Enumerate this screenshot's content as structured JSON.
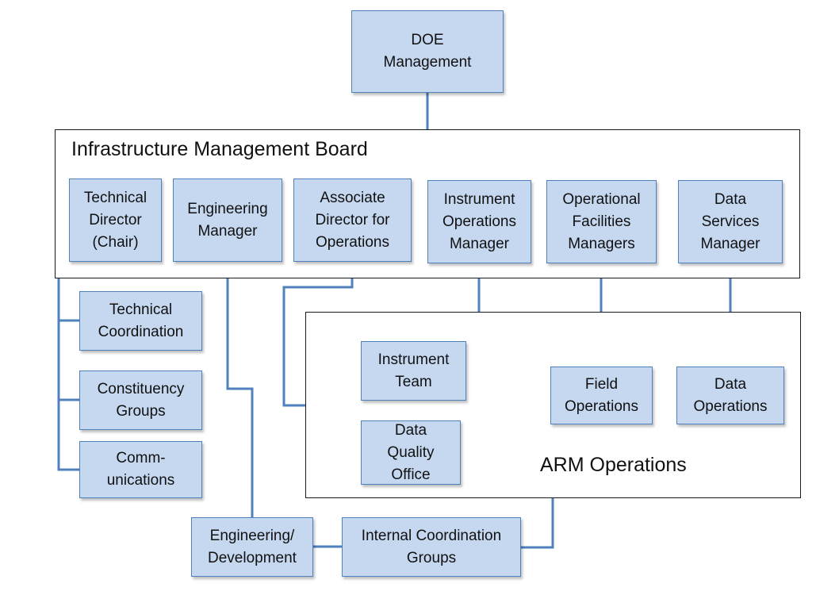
{
  "colors": {
    "box_fill": "#c5d8f0",
    "box_border": "#4f81bd",
    "connector": "#4f81bd",
    "frame_border": "#1a1a1a"
  },
  "groups": {
    "imb": "Infrastructure Management Board",
    "arm": "ARM Operations"
  },
  "boxes": {
    "doe": "DOE\nManagement",
    "tech_dir": "Technical\nDirector\n(Chair)",
    "eng_mgr": "Engineering\nManager",
    "assoc_dir": "Associate\nDirector for\nOperations",
    "instr_mgr": "Instrument\nOperations\nManager",
    "opfac_mgr": "Operational\nFacilities\nManagers",
    "data_svc": "Data\nServices\nManager",
    "tech_coord": "Technical\nCoordination",
    "constituency": "Constituency\nGroups",
    "comm": "Comm-\nunications",
    "instr_team": "Instrument\nTeam",
    "dqo": "Data\nQuality\nOffice",
    "field_ops": "Field\nOperations",
    "data_ops": "Data\nOperations",
    "eng_dev": "Engineering/\nDevelopment",
    "icg": "Internal Coordination\nGroups"
  }
}
